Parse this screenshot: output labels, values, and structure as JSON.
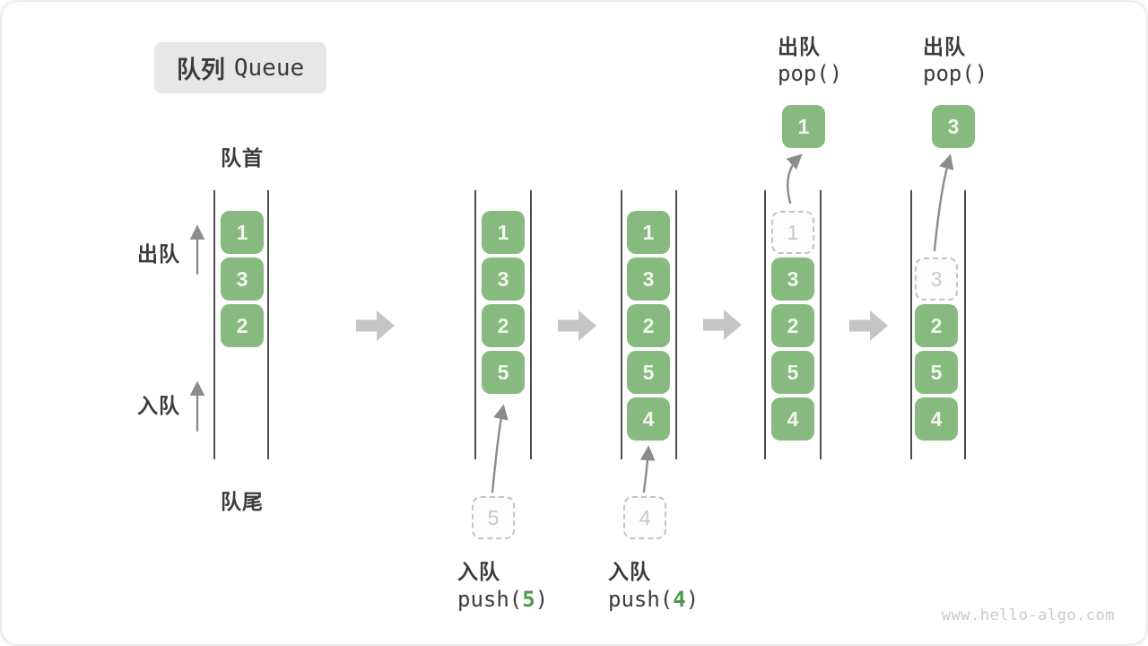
{
  "title": {
    "zh": "队列",
    "en": "Queue"
  },
  "labels": {
    "front": "队首",
    "rear": "队尾",
    "dequeue": "出队",
    "enqueue": "入队"
  },
  "stages": [
    {
      "items": [
        "1",
        "3",
        "2"
      ]
    },
    {
      "items": [
        "1",
        "3",
        "2",
        "5"
      ],
      "incoming": "5",
      "op_label": "入队",
      "op_fn": "push(",
      "op_arg": "5",
      "op_close": ")"
    },
    {
      "items": [
        "1",
        "3",
        "2",
        "5",
        "4"
      ],
      "incoming": "4",
      "op_label": "入队",
      "op_fn": "push(",
      "op_arg": "4",
      "op_close": ")"
    },
    {
      "items": [
        "3",
        "2",
        "5",
        "4"
      ],
      "ghost": "1",
      "popped": "1",
      "op_label": "出队",
      "op_code": "pop()"
    },
    {
      "items": [
        "2",
        "5",
        "4"
      ],
      "ghost": "3",
      "popped": "3",
      "op_label": "出队",
      "op_code": "pop()"
    }
  ],
  "watermark": "www.hello-algo.com",
  "colors": {
    "green": "#86ba7e",
    "green-dark": "#4d9a4a",
    "label": "#3b3b3b",
    "arrow": "#8c8c8c",
    "block": "#c5c5c5",
    "line": "#4c4c4c",
    "ghost-border": "#c4c4c4",
    "ghost-text": "#c8c8c8",
    "badge-bg": "#e7e7e7",
    "watermark": "#c9c9c9"
  }
}
